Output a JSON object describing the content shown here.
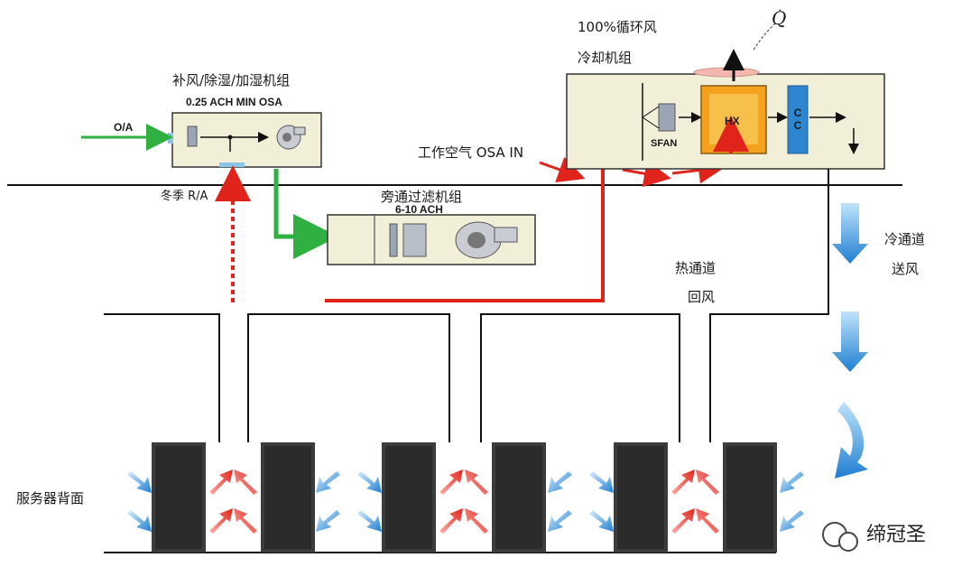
{
  "colors": {
    "unit_fill": "#f2efd9",
    "green_flow": "#2fb040",
    "red_flow": "#e0231b",
    "blue_flow": "#2a8fd8",
    "hx_fill": "#f4a21e",
    "cc_fill": "#2e86d0",
    "rack_fill": "#3c3c3c"
  },
  "labels": {
    "makeup_unit_title": "补风/除湿/加湿机组",
    "makeup_unit_spec": "0.25 ACH MIN OSA",
    "oa_label": "O/A",
    "winter_ra": "冬季 R/A",
    "bypass_unit_title": "旁通过滤机组",
    "bypass_unit_spec": "6-10 ACH",
    "recirc_label": "100%循环风",
    "cooling_unit_title": "冷却机组",
    "work_air": "工作空气 OSA IN",
    "sfan": "SFAN",
    "hx": "HX",
    "cc": "CC",
    "q_dot": "Q",
    "hot_aisle": "热通道",
    "return_air": "回风",
    "cold_aisle": "冷通道",
    "supply_air": "送风",
    "server_back": "服务器背面",
    "watermark": "缔冠圣"
  },
  "icons": [
    "arrow-icon",
    "fan-icon",
    "filter-icon",
    "watermark-icon"
  ]
}
